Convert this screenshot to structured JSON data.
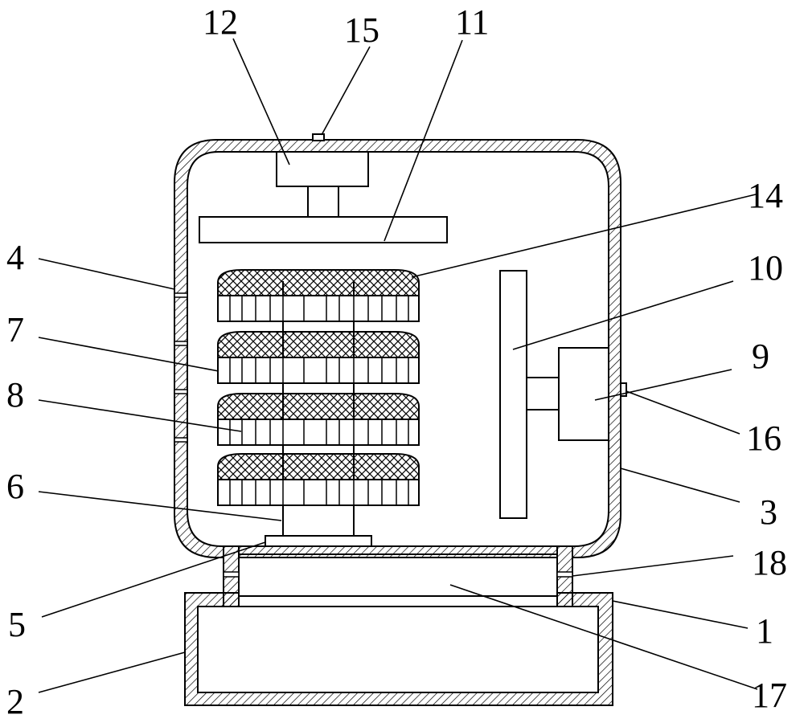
{
  "diagram": {
    "colors": {
      "stroke": "#000000",
      "background": "#ffffff",
      "hatch": "#000000"
    },
    "labels": {
      "l1": "1",
      "l2": "2",
      "l3": "3",
      "l4": "4",
      "l5": "5",
      "l6": "6",
      "l7": "7",
      "l8": "8",
      "l9": "9",
      "l10": "10",
      "l11": "11",
      "l12": "12",
      "l14": "14",
      "l15": "15",
      "l16": "16",
      "l17": "17",
      "l18": "18"
    }
  }
}
